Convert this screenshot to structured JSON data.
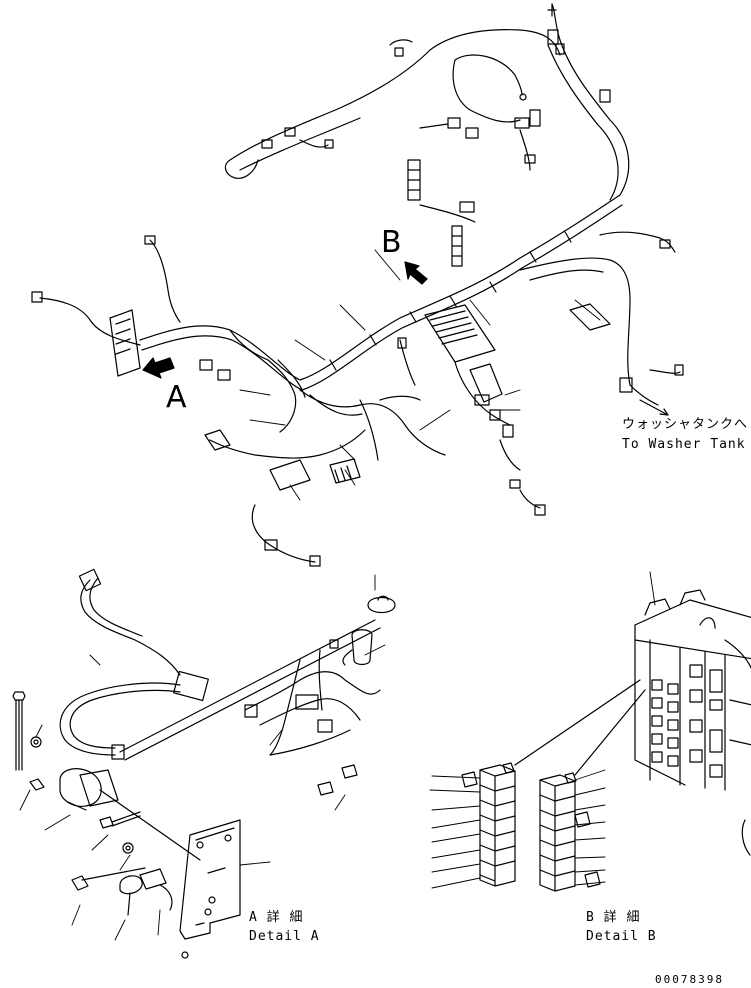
{
  "view_labels": {
    "a": "A",
    "b": "B"
  },
  "washer_note": {
    "jp": "ウォッシャタンクへ",
    "en": "To Washer Tank"
  },
  "detail_a": {
    "jp": "A 詳 細",
    "en": "Detail A"
  },
  "detail_b": {
    "jp": "B 詳 細",
    "en": "Detail B"
  },
  "drawing_number": "00078398",
  "colors": {
    "line": "#000000",
    "background": "#ffffff"
  }
}
